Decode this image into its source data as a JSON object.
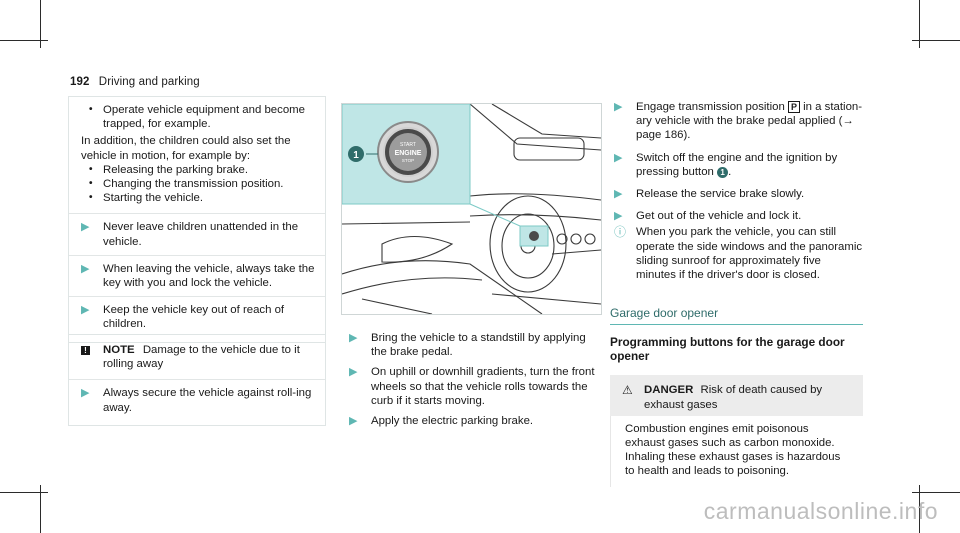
{
  "header": {
    "page_number": "192",
    "title": "Driving and parking"
  },
  "col1": {
    "bullets_top": [
      "Operate vehicle equipment and become trapped, for example."
    ],
    "intro": "In addition, the children could also set the vehicle in motion, for example by:",
    "bullets": [
      "Releasing the parking brake.",
      "Changing the transmission position.",
      "Starting the vehicle."
    ],
    "steps": [
      "Never leave children unattended in the vehicle.",
      "When leaving the vehicle, always take the key with you and lock the vehicle.",
      "Keep the vehicle key out of reach of children."
    ]
  },
  "note": {
    "label": "NOTE",
    "text": "Damage to the vehicle due to it rolling away",
    "step": "Always secure the vehicle against roll-ing away."
  },
  "illustration": {
    "callout": "1",
    "button_text": [
      "START",
      "ENGINE",
      "STOP"
    ]
  },
  "col2": {
    "steps": [
      "Bring the vehicle to a standstill by applying the brake pedal.",
      "On uphill or downhill gradients, turn the front wheels so that the vehicle rolls towards the curb if it starts moving.",
      "Apply the electric parking brake."
    ]
  },
  "col3": {
    "step1_a": "Engage transmission position",
    "step1_glyph": "P",
    "step1_b": "in a station-ary vehicle with the brake pedal applied (→ page 186).",
    "step2_a": "Switch off the engine and the ignition by pressing button",
    "step2_badge": "1",
    "step3": "Release the service brake slowly.",
    "step4": "Get out of the vehicle and lock it.",
    "tip": "When you park the vehicle, you can still operate the side windows and the panoramic sliding sunroof for approximately five minutes if the driver's door is closed.",
    "section_title": "Garage door opener",
    "subheading": "Programming buttons for the garage door opener",
    "danger_label": "DANGER",
    "danger_title": "Risk of death caused by exhaust gases",
    "danger_body": "Combustion engines emit poisonous exhaust gases such as carbon monoxide. Inhaling these exhaust gases is hazardous to health and leads to poisoning."
  },
  "watermark": "carmanualsonline.info",
  "colors": {
    "accent": "#5fb7b3",
    "highlight": "#bfe6e6",
    "title": "#2f6c6a"
  }
}
